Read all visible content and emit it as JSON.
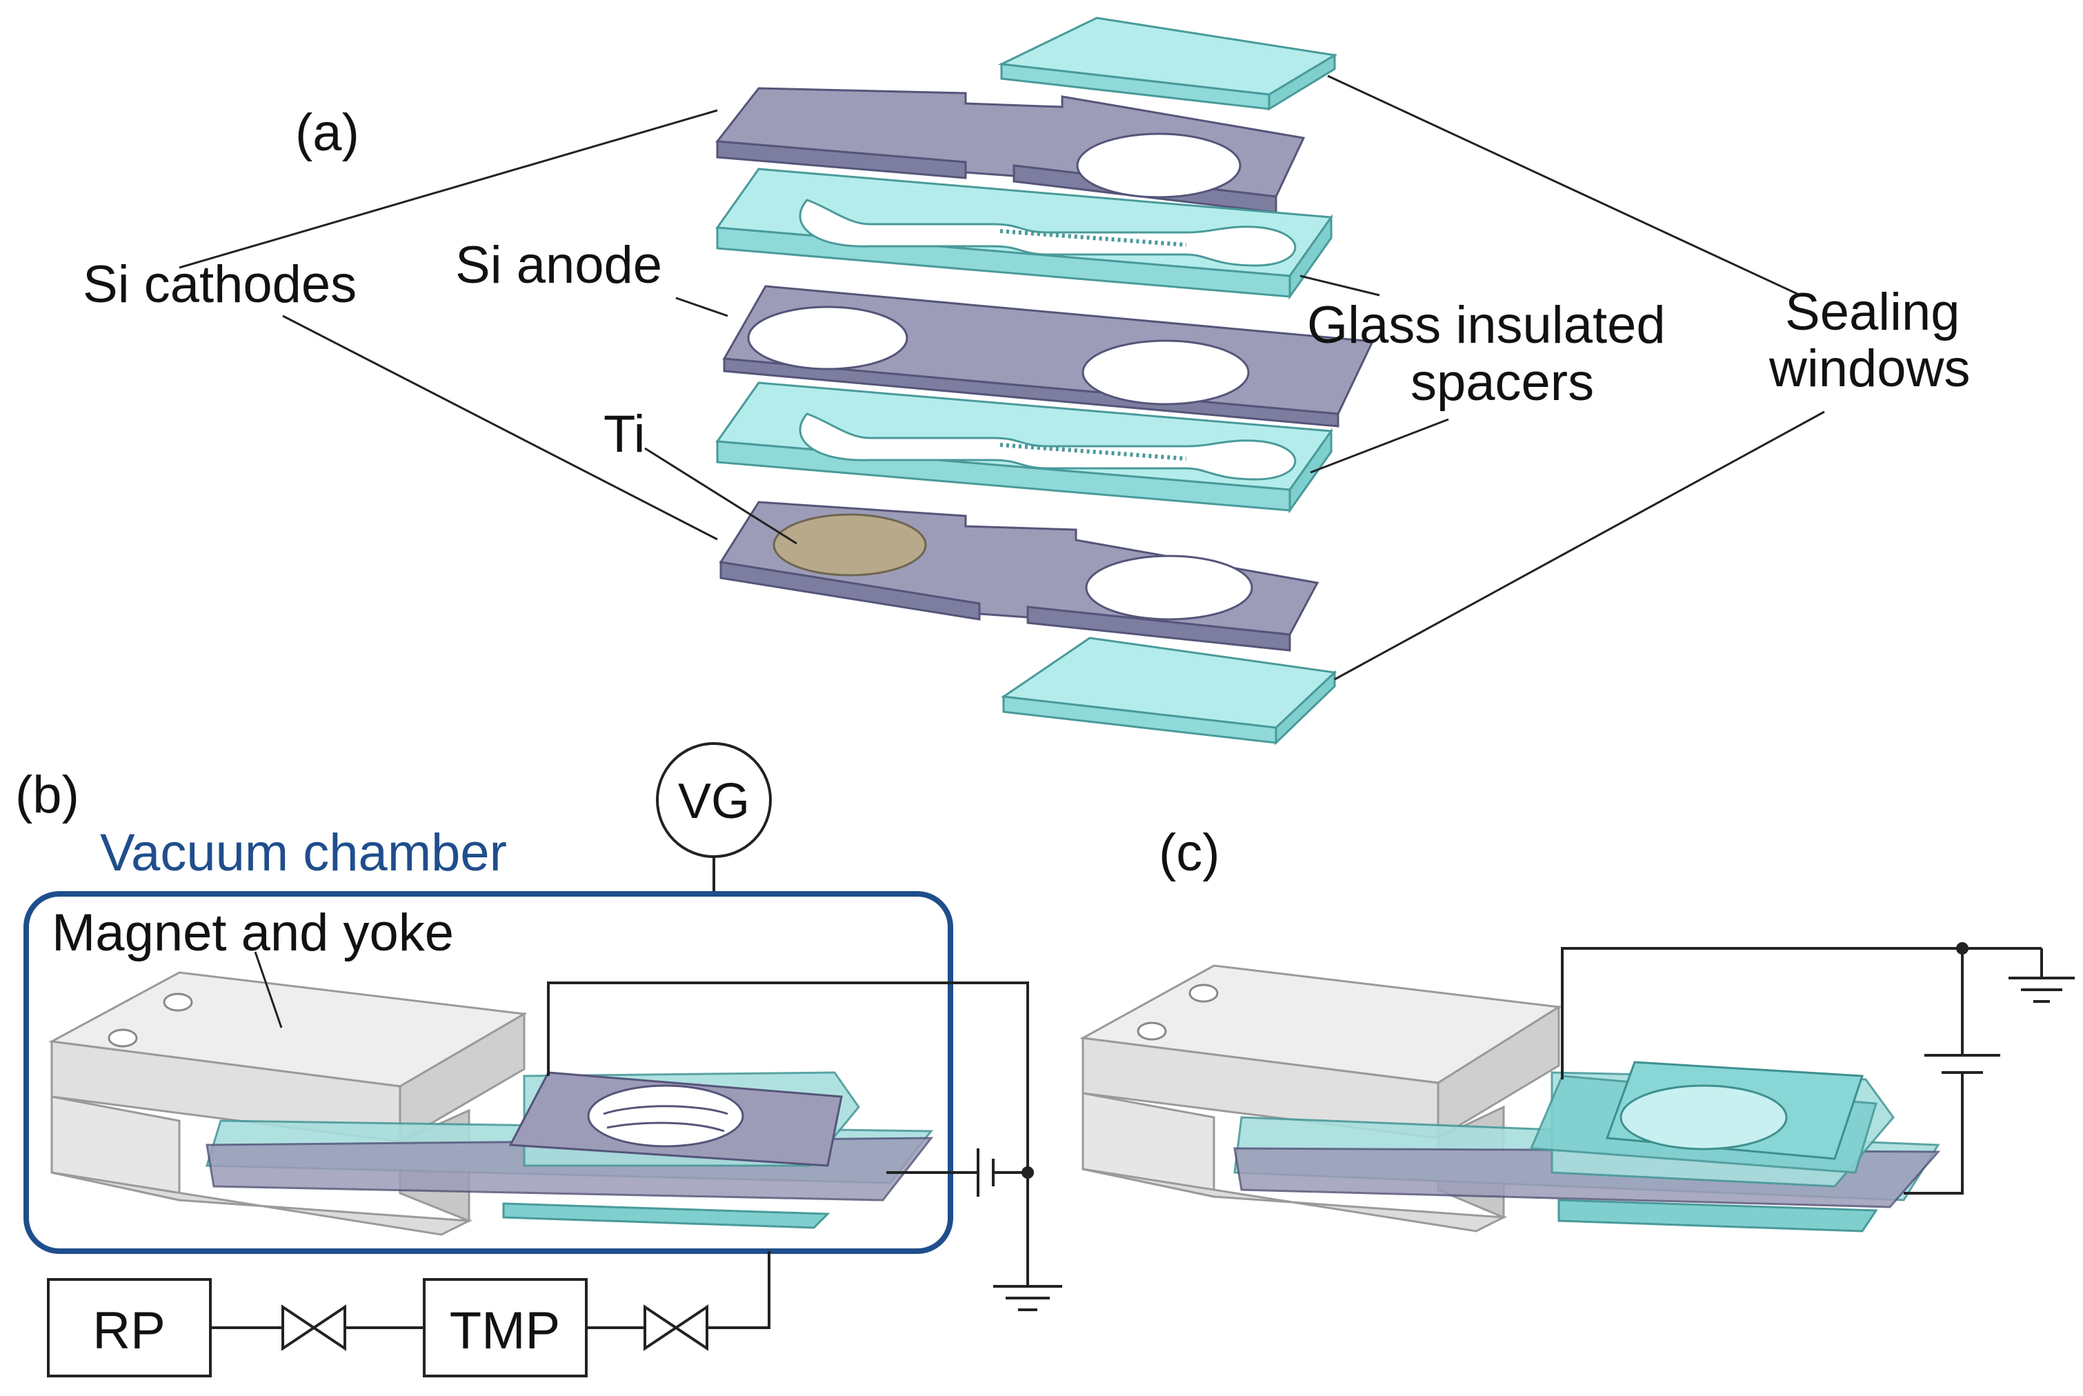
{
  "panel_a": {
    "label": "(a)",
    "si_cathodes": "Si cathodes",
    "si_anode": "Si anode",
    "ti": "Ti",
    "glass_line1": "Glass insulated",
    "glass_line2": "spacers",
    "sealing_line1": "Sealing",
    "sealing_line2": "windows"
  },
  "panel_b": {
    "label": "(b)",
    "vacuum_chamber": "Vacuum chamber",
    "magnet_and_yoke": "Magnet and yoke",
    "vg": "VG",
    "rp": "RP",
    "tmp": "TMP"
  },
  "panel_c": {
    "label": "(c)"
  },
  "colors": {
    "si_plate": "#9c9cb8",
    "glass": "#a8e6e6",
    "ti_disc": "#b7a98a",
    "chamber_border": "#1f4e8c",
    "yoke": "#e3e3e3"
  }
}
